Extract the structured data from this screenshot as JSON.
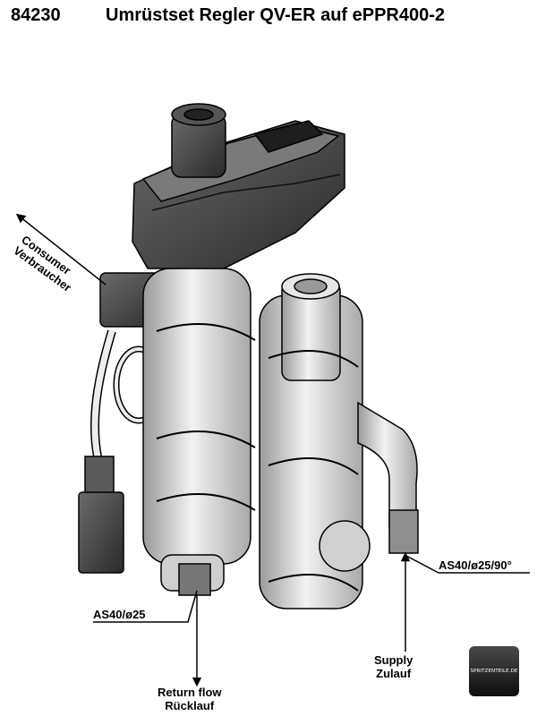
{
  "header": {
    "part_number": "84230",
    "title": "Umrüstset Regler QV-ER auf ePPR400-2"
  },
  "labels": {
    "consumer": [
      "Consumer",
      "Verbraucher"
    ],
    "supply_port": "AS40/ø25/90°",
    "return_port": "AS40/ø25",
    "supply": [
      "Supply",
      "Zulauf"
    ],
    "return": [
      "Return flow",
      "Rücklauf"
    ]
  },
  "logo": {
    "text": "SPRITZENTEILE.DE"
  },
  "colors": {
    "line": "#000000",
    "body": "#d9d9d9",
    "shade": "#8c8c8c",
    "dark": "#2b2b2b"
  }
}
